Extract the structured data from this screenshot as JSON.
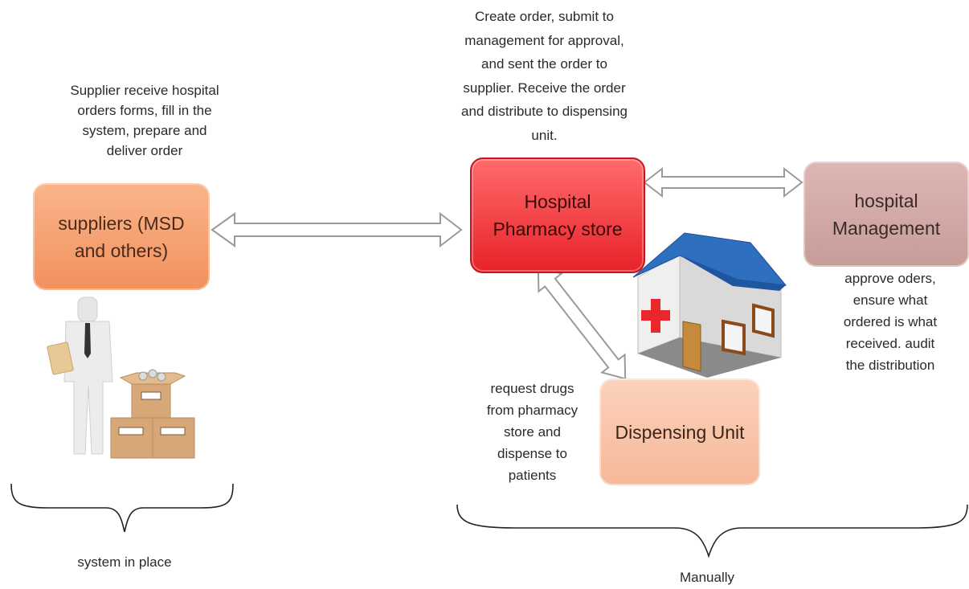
{
  "boxes": {
    "suppliers": "suppliers (MSD\nand others)",
    "pharmacy_store": "Hospital\nPharmacy store",
    "management": "hospital\nManagement",
    "dispensing": "Dispensing Unit"
  },
  "annotations": {
    "supplier_note": "Supplier receive hospital\norders forms, fill in the\nsystem, prepare and\ndeliver  order",
    "store_note": "Create order, submit to\nmanagement for approval,\nand sent the order to\nsupplier. Receive the order\nand distribute to dispensing\nunit.",
    "management_note": "approve oders,\nensure what\nordered is what\nreceived. audit\nthe distribution",
    "dispensing_note": "request drugs\nfrom pharmacy\nstore and\ndispense to\npatients"
  },
  "braces": {
    "left_label": "system in place",
    "right_label": "Manually"
  },
  "colors": {
    "suppliers": "#f4a070",
    "pharmacy_store": "#ee3a3a",
    "management": "#d2aaa6",
    "dispensing": "#f9c6ac",
    "arrow_fill": "#ffffff",
    "arrow_stroke": "#9a9a9a"
  },
  "icons": [
    "person-with-boxes-icon",
    "hospital-building-icon"
  ]
}
